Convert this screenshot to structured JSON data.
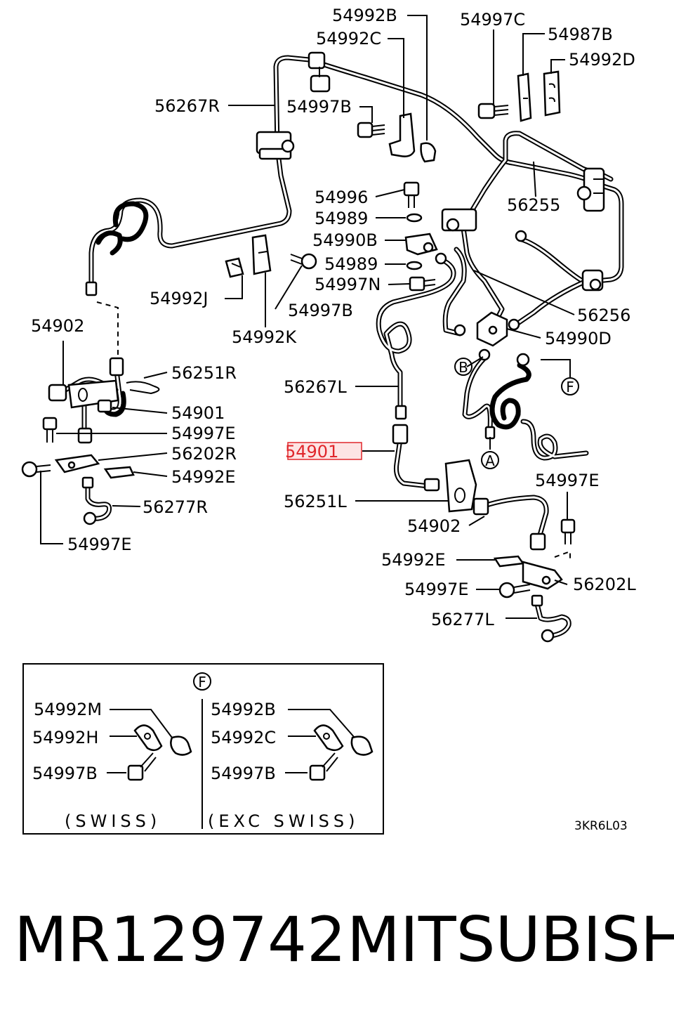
{
  "labels": {
    "54992B": "54992B",
    "54992C": "54992C",
    "54997C": "54997C",
    "54987B": "54987B",
    "54992D": "54992D",
    "56267R": "56267R",
    "54997B_top": "54997B",
    "56255": "56255",
    "54996": "54996",
    "54989_a": "54989",
    "54990B": "54990B",
    "54989_b": "54989",
    "54997N": "54997N",
    "54992J": "54992J",
    "54997B_mid": "54997B",
    "54992K": "54992K",
    "56256": "56256",
    "54990D": "54990D",
    "54902_left": "54902",
    "56251R": "56251R",
    "54901_right": "54901",
    "54997E_a": "54997E",
    "56202R": "56202R",
    "54992E_left": "54992E",
    "56277R": "56277R",
    "54997E_b": "54997E",
    "56267L": "56267L",
    "54901_highlight": "54901",
    "56251L": "56251L",
    "54997E_right": "54997E",
    "54902_right": "54902",
    "54992E_right": "54992E",
    "56202L": "56202L",
    "54997E_bottom": "54997E",
    "56277L": "56277L"
  },
  "markers": {
    "A": "A",
    "B": "B",
    "F": "F"
  },
  "detail": {
    "marker": "F",
    "left": {
      "clip_outer": "54992M",
      "clip_inner": "54992H",
      "bolt": "54997B",
      "variant": "(SWISS)"
    },
    "right": {
      "clip_outer": "54992B",
      "clip_inner": "54992C",
      "bolt": "54997B",
      "variant": "(EXC SWISS)"
    }
  },
  "diagram_code": "3KR6L03",
  "caption": {
    "part_number": "MR129742",
    "brand": "MITSUBISHI"
  },
  "colors": {
    "highlight": "#e0262b",
    "line": "#000000",
    "background": "#ffffff"
  }
}
